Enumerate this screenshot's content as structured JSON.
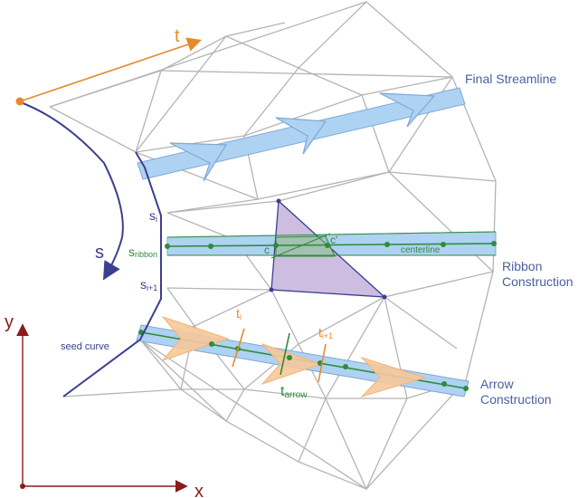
{
  "labels": {
    "t_axis": "t",
    "s_axis": "s",
    "y_axis": "y",
    "x_axis": "x",
    "final_streamline": "Final Streamline",
    "ribbon_construction_1": "Ribbon",
    "ribbon_construction_2": "Construction",
    "arrow_construction_1": "Arrow",
    "arrow_construction_2": "Construction",
    "seed_curve": "seed curve",
    "s_i": "s",
    "s_i_sub": "i",
    "s_i1": "s",
    "s_i1_sub": "i+1",
    "s_ribbon": "s",
    "s_ribbon_sub": "ribbon",
    "c": "c",
    "c_prime": "c'",
    "centerline": "centerline",
    "t_i": "t",
    "t_i_sub": "i",
    "t_i1": "t",
    "t_i1_sub": "i+1",
    "t_arrow": "t",
    "t_arrow_sub": "arrow"
  },
  "colors": {
    "mesh": "#b4b4b4",
    "seed_curve": "#3b3f8f",
    "ribbon_fill": "#aed2f2",
    "ribbon_stroke": "#7fa9d6",
    "triangle_fill": "#cdbde0",
    "green": "#2e8b3a",
    "orange": "#e58a2c",
    "arrow_glyph": "#f6c89a",
    "axis": "#8b1a1a"
  }
}
